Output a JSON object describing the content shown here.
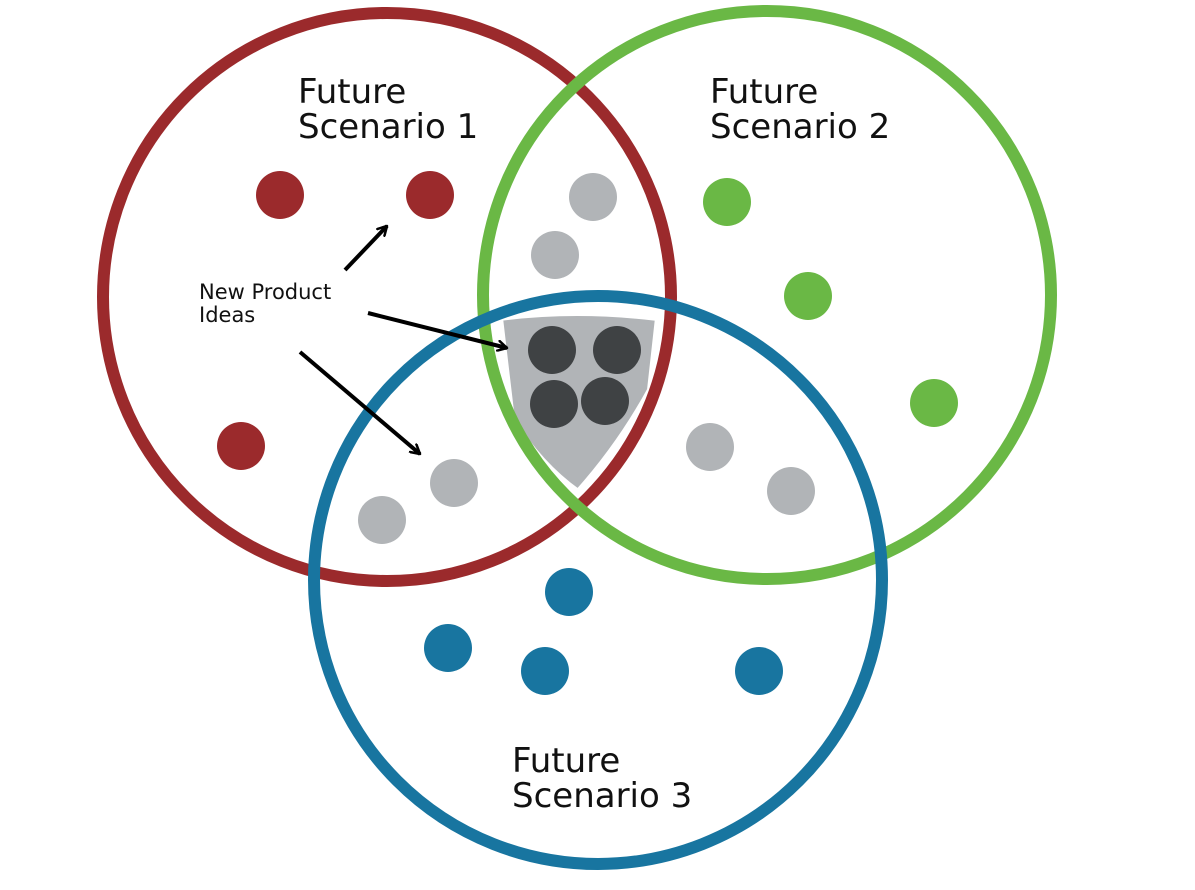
{
  "colors": {
    "scenario_1": "#9b2a2c",
    "scenario_2": "#6ab845",
    "scenario_3": "#1875a0",
    "overlap_two": "#b1b4b7",
    "overlap_all": "#3f4244",
    "core_fill": "#b1b4b7",
    "arrow": "#000000"
  },
  "labels": {
    "scenario_1": {
      "line1": "Future",
      "line2": "Scenario 1"
    },
    "scenario_2": {
      "line1": "Future",
      "line2": "Scenario 2"
    },
    "scenario_3": {
      "line1": "Future",
      "line2": "Scenario 3"
    },
    "annotation": {
      "line1": "New Product",
      "line2": "Ideas"
    }
  }
}
